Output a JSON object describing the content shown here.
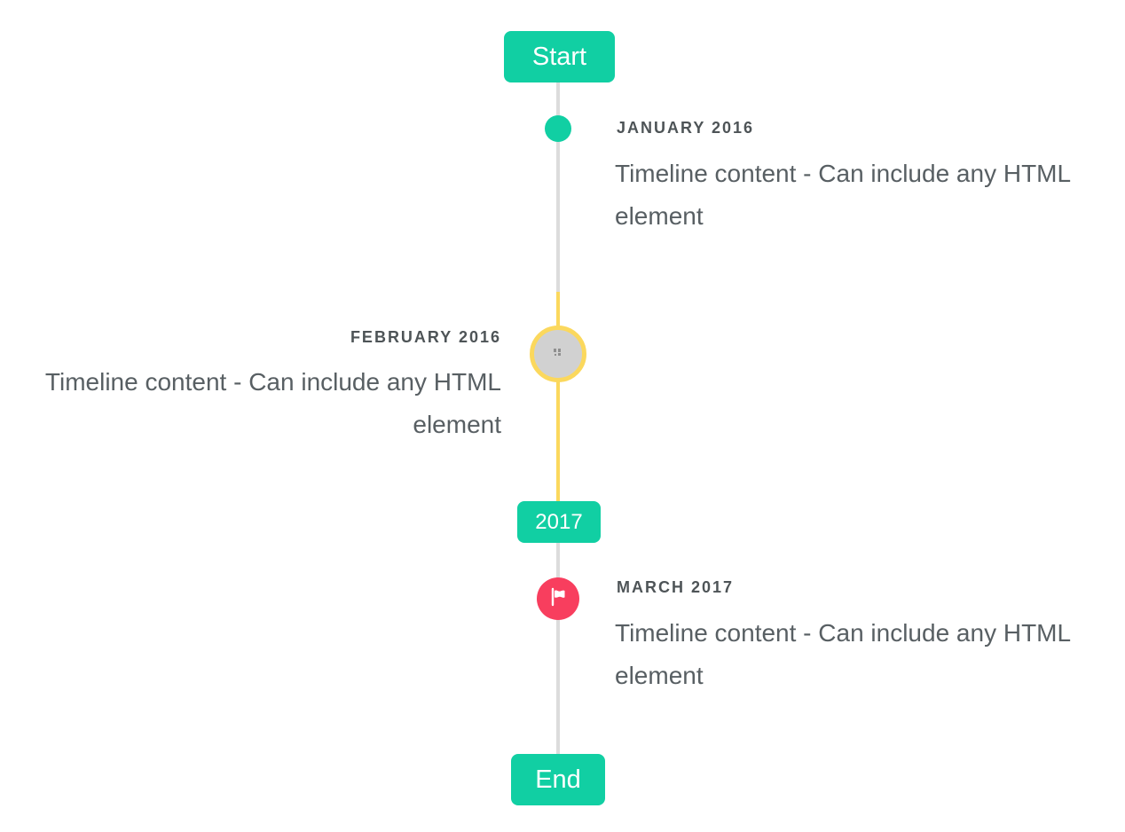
{
  "badges": {
    "start": "Start",
    "year": "2017",
    "end": "End"
  },
  "items": [
    {
      "date": "JANUARY 2016",
      "content": "Timeline content - Can include any HTML element",
      "side": "right",
      "marker": "teal-dot"
    },
    {
      "date": "FEBRUARY 2016",
      "content": "Timeline content - Can include any HTML element",
      "side": "left",
      "marker": "broken-image-circle"
    },
    {
      "date": "MARCH 2017",
      "content": "Timeline content - Can include any HTML element",
      "side": "right",
      "marker": "flag-circle"
    }
  ],
  "colors": {
    "accent_teal": "#11cfa3",
    "highlight_yellow": "#fbd85d",
    "marker_red": "#f83e5e",
    "line_gray": "#dcdcdc",
    "marker_fill_gray": "#d1d1d1",
    "date_text": "#4e5457",
    "content_text": "#585f63"
  }
}
